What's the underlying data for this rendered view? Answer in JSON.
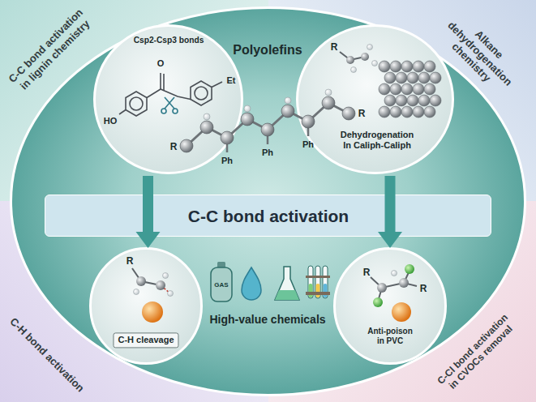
{
  "diagram": {
    "nodes": [
      {
        "text": [
          "C-C bond activation in lignin chemistry"
        ]
      },
      {
        "text": [
          "Alkane dehydrogenation chemistry"
        ]
      },
      {
        "text": [
          "C-H bond activation"
        ]
      },
      {
        "text": [
          "C-Cl bond activation in CVOCs removal"
        ]
      },
      {
        "text": [
          "Polyolefins",
          "R",
          "Ph",
          "Ph",
          "Ph",
          "R",
          "GAS",
          "High-value chemicals"
        ]
      },
      {
        "text": [
          "Csp2-Csp3 bonds",
          "O",
          "Et",
          "HO"
        ],
        "in": 4
      },
      {
        "text": [
          "R",
          "Dehydrogenation In Caliph-Caliph"
        ],
        "in": 4
      },
      {
        "text": [
          "C-C bond activation"
        ],
        "in": 4
      },
      {
        "text": [
          "R",
          "C-H cleavage"
        ],
        "in": 4
      },
      {
        "text": [
          "R",
          "R",
          "Anti-poison in PVC"
        ],
        "in": 4
      }
    ],
    "edges": [
      {
        "from": 5,
        "to": 8,
        "arrow": "to"
      },
      {
        "from": 6,
        "to": 9,
        "arrow": "to"
      }
    ]
  }
}
